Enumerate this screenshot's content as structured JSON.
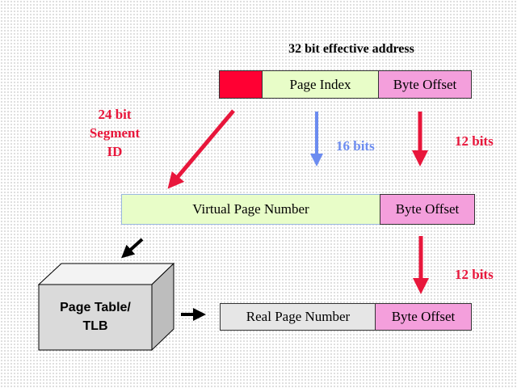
{
  "title": "32 bit effective address",
  "effective_address": {
    "segment_color": "#ff0033",
    "page_index": "Page Index",
    "byte_offset": "Byte Offset"
  },
  "segment_label": [
    "24 bit",
    "Segment",
    "ID"
  ],
  "page_index_bits": "16 bits",
  "offset_bits_top": "12 bits",
  "virtual_address": {
    "vpn": "Virtual Page Number",
    "byte_offset": "Byte Offset"
  },
  "page_table": {
    "line1": "Page Table/",
    "line2": "TLB"
  },
  "offset_bits_bottom": "12 bits",
  "real_address": {
    "rpn": "Real Page Number",
    "byte_offset": "Byte Offset"
  },
  "colors": {
    "green_field": "#e8fdc8",
    "pink_field": "#f49fdc",
    "gray_field": "#e6e6e6",
    "red_arrow": "#e8163b",
    "blue_arrow": "#6c8cf0",
    "accent_red": "#ff0033"
  }
}
